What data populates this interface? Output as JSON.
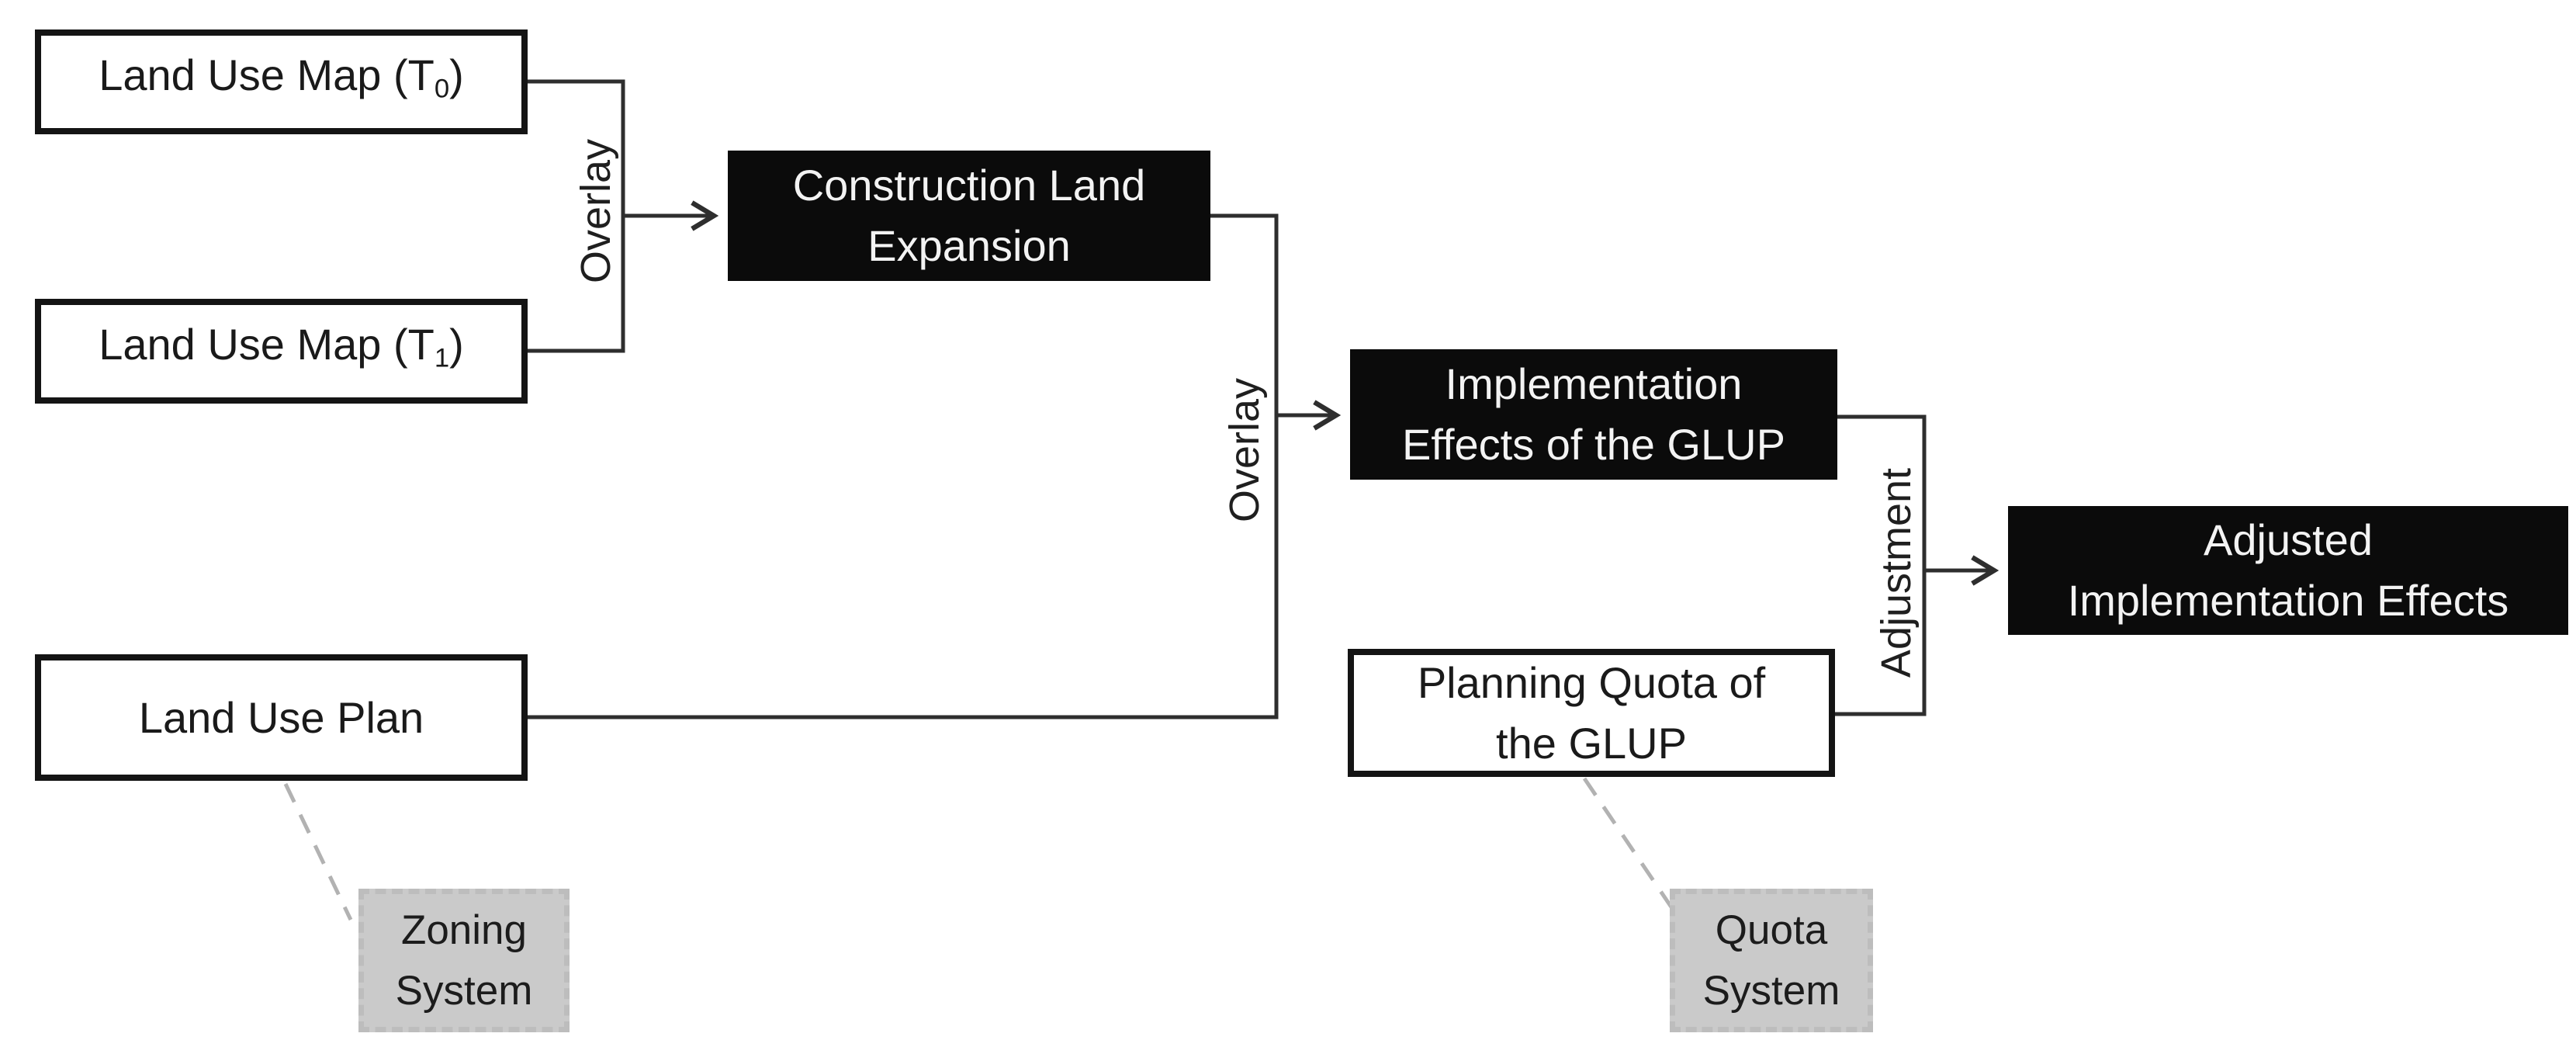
{
  "figure": {
    "background_color": "#ffffff",
    "boxes": {
      "land_use_map_t0": {
        "label_pre": "Land Use Map (T",
        "label_sub": "0",
        "label_post": ")"
      },
      "land_use_map_t1": {
        "label_pre": "Land Use Map (T",
        "label_sub": "1",
        "label_post": ")"
      },
      "land_use_plan": {
        "label": "Land Use Plan"
      },
      "construction_land_expansion": {
        "line1": "Construction Land",
        "line2": "Expansion"
      },
      "implementation_effects": {
        "line1": "Implementation",
        "line2": "Effects of the GLUP"
      },
      "planning_quota": {
        "line1": "Planning Quota of",
        "line2": "the GLUP"
      },
      "adjusted_effects": {
        "line1": "Adjusted",
        "line2": "Implementation Effects"
      },
      "zoning_system": {
        "line1": "Zoning",
        "line2": "System"
      },
      "quota_system": {
        "line1": "Quota",
        "line2": "System"
      }
    },
    "edge_labels": {
      "overlay_top": "Overlay",
      "overlay_mid": "Overlay",
      "adjustment": "Adjustment"
    },
    "colors": {
      "dark_box_fill": "#0b0b0b",
      "dark_box_text": "#f3f3f3",
      "light_box_fill": "#ffffff",
      "light_box_border": "#141414",
      "callout_fill": "#cacaca",
      "text": "#1a1a1a",
      "connector": "#2e2e2e",
      "callout_connector": "#b2b2b2"
    }
  }
}
